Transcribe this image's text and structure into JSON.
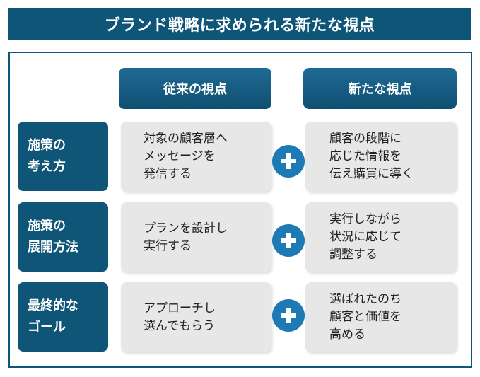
{
  "title": "ブランド戦略に求められる新たな視点",
  "columns": {
    "old": "従来の視点",
    "new": "新たな視点"
  },
  "rows": [
    {
      "label": "施策の\n考え方",
      "old": "対象の顧客層へ\nメッセージを\n発信する",
      "new": "顧客の段階に\n応じた情報を\n伝え購買に導く"
    },
    {
      "label": "施策の\n展開方法",
      "old": "プランを設計し\n実行する",
      "new": "実行しながら\n状況に応じて\n調整する"
    },
    {
      "label": "最終的な\nゴール",
      "old": "アプローチし\n選んでもらう",
      "new": "選ばれたのち\n顧客と価値を\n高める"
    }
  ],
  "icons": {
    "plus": "plus-icon"
  },
  "colors": {
    "navy": "#0e5577",
    "header_gradient_top": "#1f6a93",
    "plus_circle": "#1e7ab5",
    "cell_gray": "#e7e7e7"
  }
}
